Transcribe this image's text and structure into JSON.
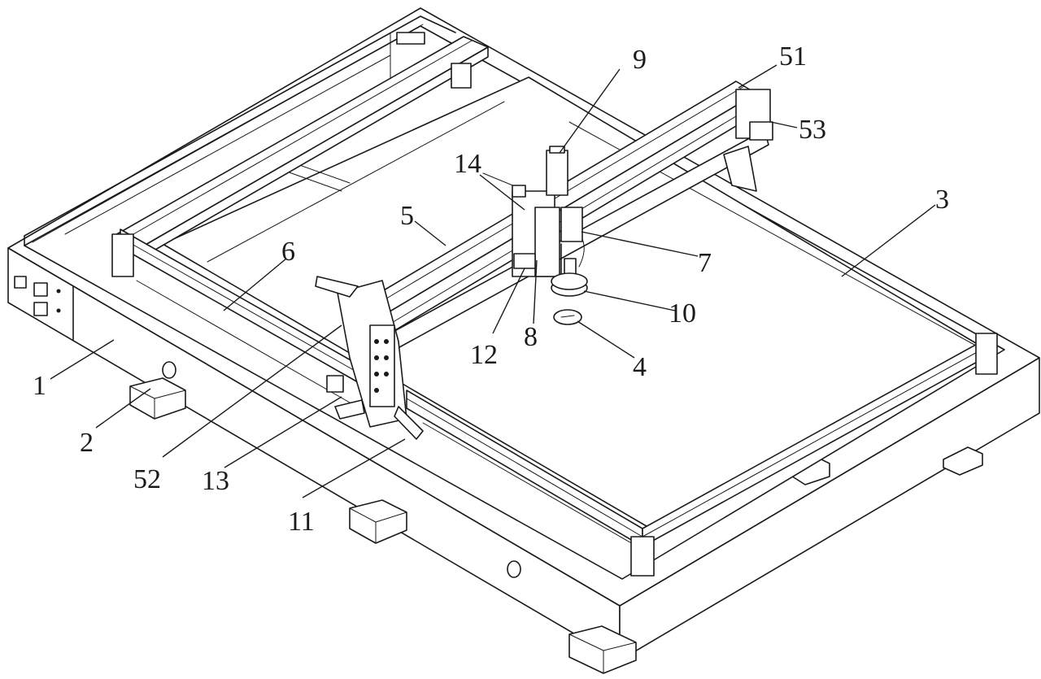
{
  "figure": {
    "callouts": [
      {
        "id": "1",
        "label": "1"
      },
      {
        "id": "2",
        "label": "2"
      },
      {
        "id": "3",
        "label": "3"
      },
      {
        "id": "4",
        "label": "4"
      },
      {
        "id": "5",
        "label": "5"
      },
      {
        "id": "6",
        "label": "6"
      },
      {
        "id": "7",
        "label": "7"
      },
      {
        "id": "8",
        "label": "8"
      },
      {
        "id": "9",
        "label": "9"
      },
      {
        "id": "10",
        "label": "10"
      },
      {
        "id": "11",
        "label": "11"
      },
      {
        "id": "12",
        "label": "12"
      },
      {
        "id": "13",
        "label": "13"
      },
      {
        "id": "14",
        "label": "14"
      },
      {
        "id": "51",
        "label": "51"
      },
      {
        "id": "52",
        "label": "52"
      },
      {
        "id": "53",
        "label": "53"
      }
    ],
    "line_color": "#1a1a1a",
    "background": "#ffffff"
  }
}
